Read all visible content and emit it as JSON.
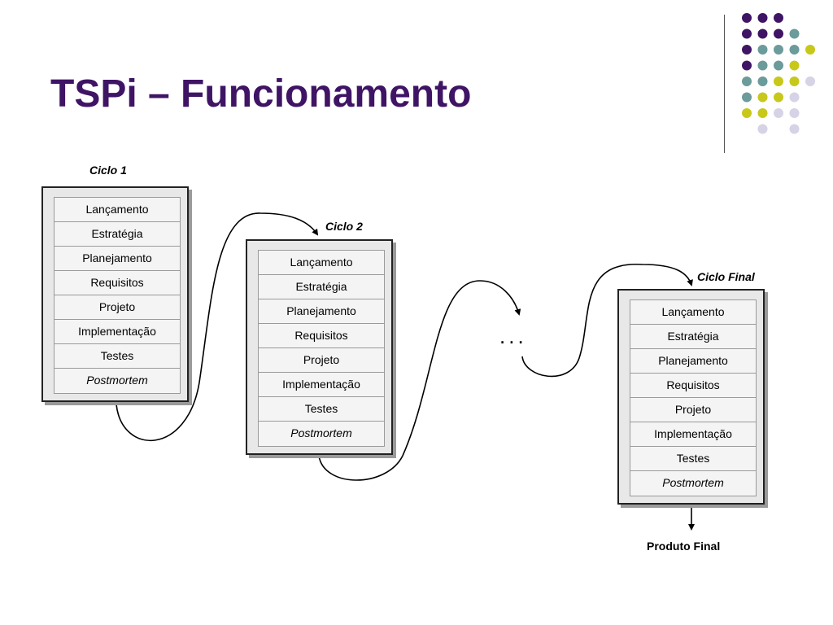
{
  "title": "TSPi – Funcionamento",
  "colors": {
    "title": "#3f1465",
    "purple": "#3f1465",
    "teal": "#6b9b9b",
    "yellow": "#c8c81a",
    "lavender": "#d6d3e6"
  },
  "decoration": {
    "dot_grid": [
      [
        "purple",
        "purple",
        "purple",
        null,
        null
      ],
      [
        "purple",
        "purple",
        "purple",
        "teal",
        null
      ],
      [
        "purple",
        "teal",
        "teal",
        "teal",
        "yellow"
      ],
      [
        "purple",
        "teal",
        "teal",
        "yellow",
        null
      ],
      [
        "teal",
        "teal",
        "yellow",
        "yellow",
        "lavender"
      ],
      [
        "teal",
        "yellow",
        "yellow",
        "lavender",
        null
      ],
      [
        "yellow",
        "yellow",
        "lavender",
        "lavender",
        null
      ],
      [
        null,
        "lavender",
        null,
        "lavender",
        null
      ]
    ]
  },
  "cycles": [
    {
      "label": "Ciclo 1",
      "phases": [
        "Lançamento",
        "Estratégia",
        "Planejamento",
        "Requisitos",
        "Projeto",
        "Implementação",
        "Testes",
        "Postmortem"
      ]
    },
    {
      "label": "Ciclo 2",
      "phases": [
        "Lançamento",
        "Estratégia",
        "Planejamento",
        "Requisitos",
        "Projeto",
        "Implementação",
        "Testes",
        "Postmortem"
      ]
    },
    {
      "label": "Ciclo Final",
      "phases": [
        "Lançamento",
        "Estratégia",
        "Planejamento",
        "Requisitos",
        "Projeto",
        "Implementação",
        "Testes",
        "Postmortem"
      ]
    }
  ],
  "ellipsis": "...",
  "final_output": "Produto Final"
}
